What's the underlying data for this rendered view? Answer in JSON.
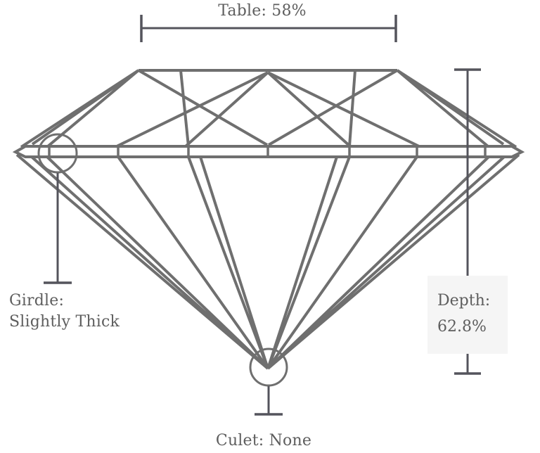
{
  "colors": {
    "background": "#ffffff",
    "diamond_line": "#6f6f6f",
    "measure_line": "#54545c",
    "label_text": "#5e5e5e",
    "depth_box_background": "#f5f5f5"
  },
  "measurements": {
    "table": {
      "label": "Table: 58%",
      "value": "58%"
    },
    "girdle": {
      "label_line1": "Girdle:",
      "label_line2": "Slightly Thick",
      "value": "Slightly Thick"
    },
    "depth": {
      "label_line1": "Depth:",
      "label_line2": "62.8%",
      "value": "62.8%"
    },
    "culet": {
      "label": "Culet: None",
      "value": "None"
    }
  }
}
